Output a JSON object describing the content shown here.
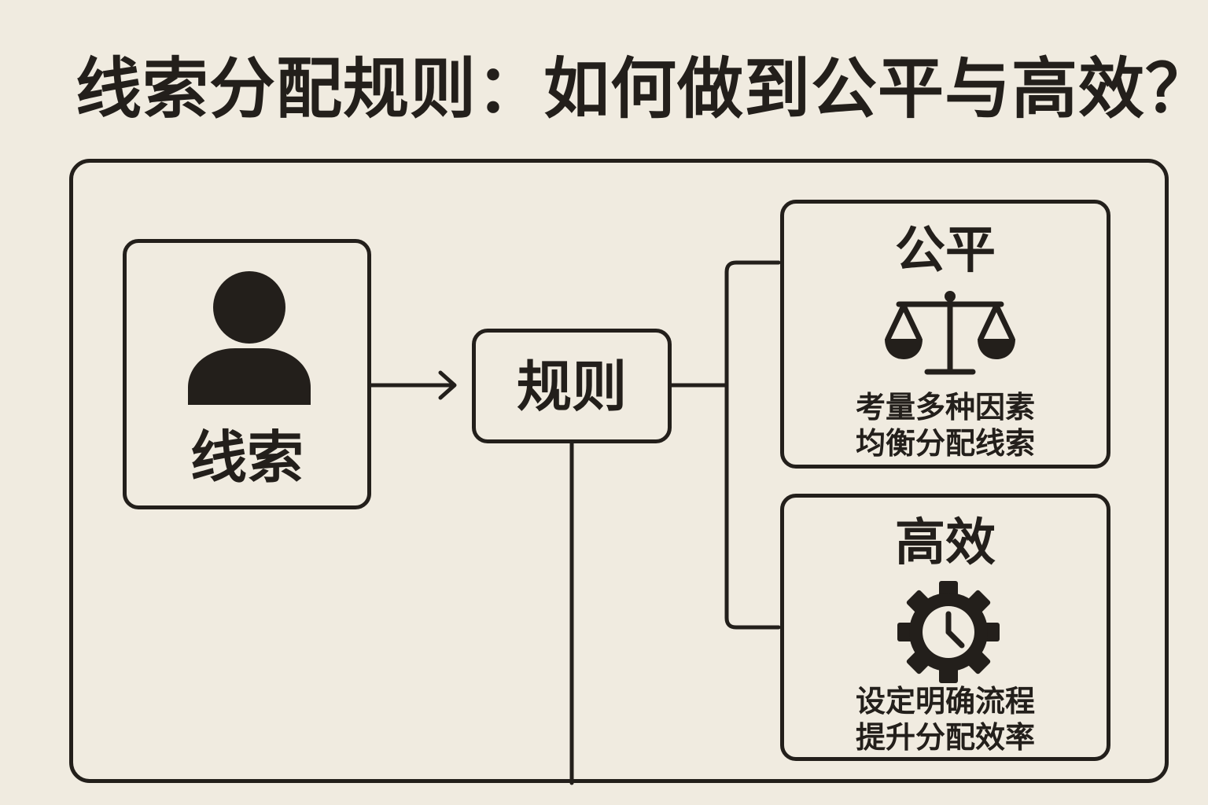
{
  "title": "线索分配规则：如何做到公平与高效？",
  "colors": {
    "background": "#f0ebe0",
    "ink": "#231f1b"
  },
  "nodes": {
    "lead": {
      "label": "线索",
      "icon": "person-icon"
    },
    "rule": {
      "label": "规则"
    },
    "fair": {
      "title": "公平",
      "icon": "scale-icon",
      "lines": [
        "考量多种因素",
        "均衡分配线索"
      ]
    },
    "efficient": {
      "title": "高效",
      "icon": "gear-clock-icon",
      "lines": [
        "设定明确流程",
        "提升分配效率"
      ]
    }
  }
}
